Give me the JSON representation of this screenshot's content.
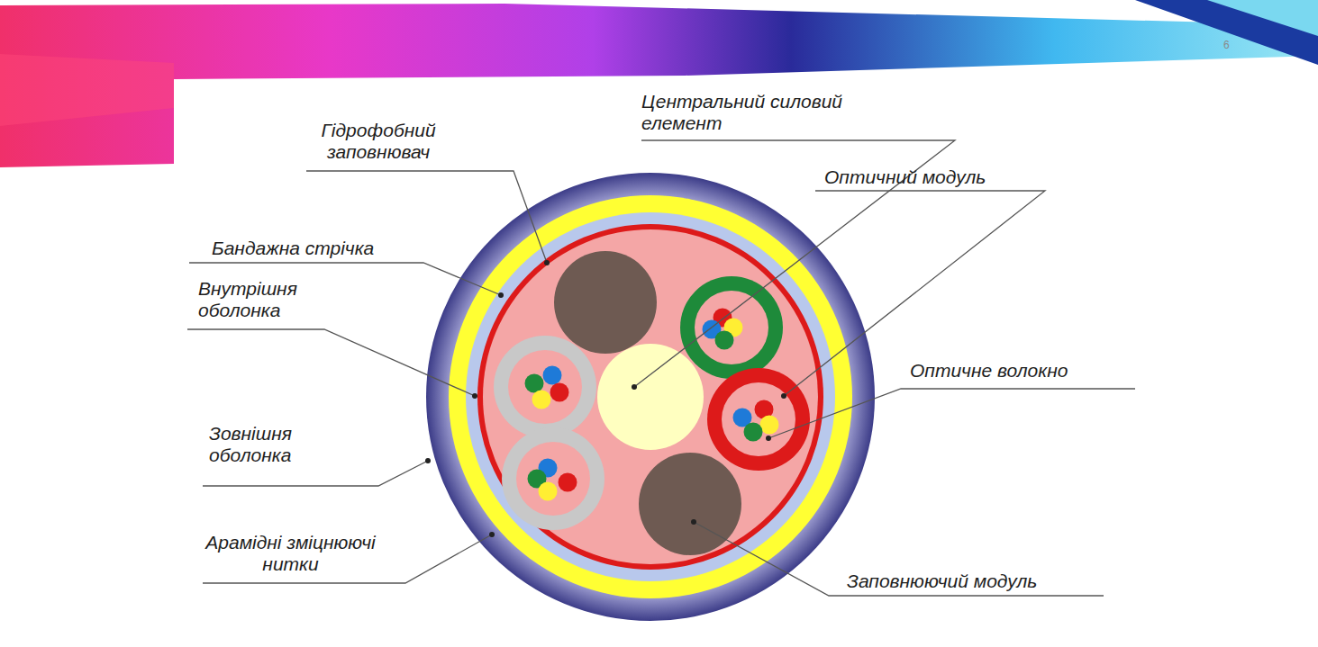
{
  "diagram": {
    "labels": [
      "Гідрофобний заповнювач",
      "Центральний силовий елемент",
      "Оптичний модуль",
      "Бандажна стрічка",
      "Внутрішня оболонка",
      "Оптичне волокно",
      "Зовнішня оболонка",
      "Арамідні зміцнюючі нитки",
      "Заповнюючий модуль",
      "6"
    ]
  }
}
